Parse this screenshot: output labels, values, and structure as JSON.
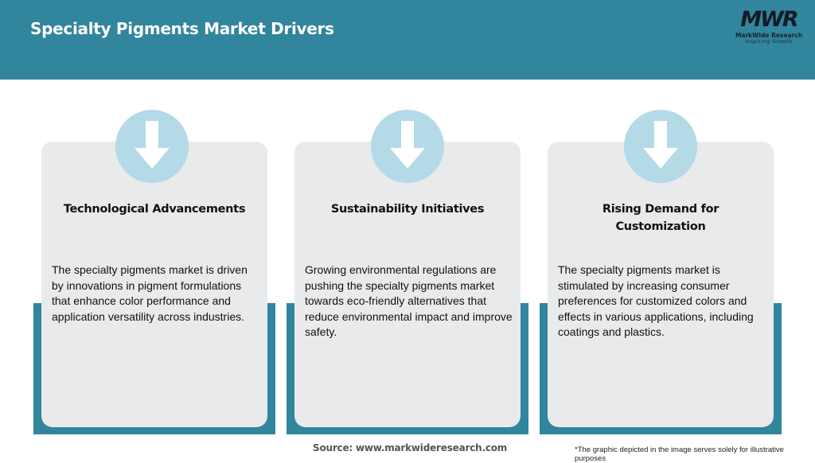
{
  "header": {
    "title": "Specialty Pigments Market Drivers",
    "background_color": "#31859c"
  },
  "logo": {
    "mark": "MWR",
    "name": "MarkWide Research",
    "tagline": "Inspiring Growth"
  },
  "cards": [
    {
      "icon": "arrow-down-icon",
      "title": "Technological Advancements",
      "body": "The specialty pigments market is driven by innovations in pigment formulations that enhance color performance and application versatility across industries."
    },
    {
      "icon": "arrow-down-icon",
      "title": "Sustainability Initiatives",
      "body": "Growing environmental regulations are pushing the specialty pigments market towards eco-friendly alternatives that reduce environmental impact and improve safety."
    },
    {
      "icon": "arrow-down-icon",
      "title": "Rising Demand for Customization",
      "body": "The specialty pigments market is stimulated by increasing consumer preferences for customized colors and effects in various applications, including coatings and plastics."
    }
  ],
  "colors": {
    "accent": "#31859c",
    "card_bg": "#e8eaec",
    "icon_circle": "#b3dae6"
  },
  "footer": {
    "source": "Source: www.markwideresearch.com",
    "disclaimer": "*The graphic depicted in the image serves solely for illustrative purposes"
  }
}
